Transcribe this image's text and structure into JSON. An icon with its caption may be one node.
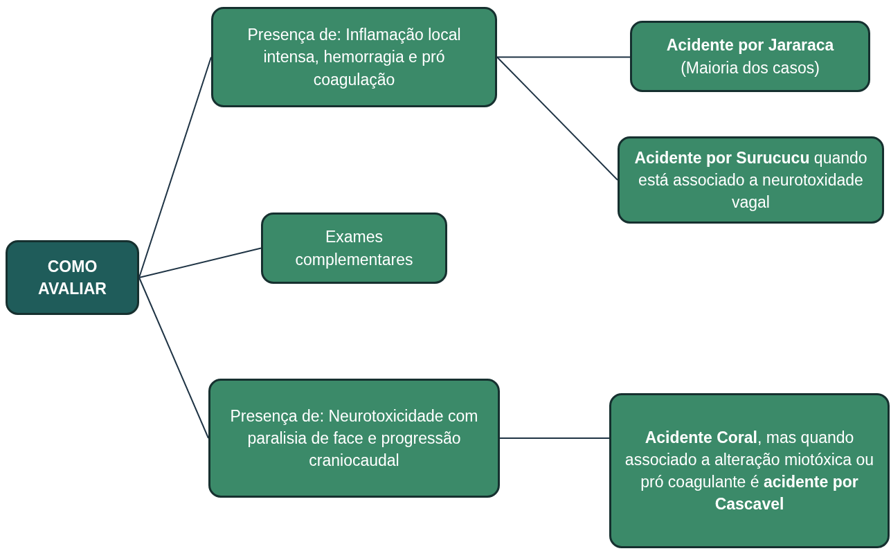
{
  "diagram": {
    "nodes": [
      {
        "text": [
          "COMO AVALIAR"
        ]
      },
      {
        "text": [
          "Presença de: Inflamação local intensa, hemorragia e pró coagulação"
        ]
      },
      {
        "text": [
          "**Acidente por Jararaca** (Maioria dos casos)"
        ]
      },
      {
        "text": [
          "**Acidente por Surucucu** quando está associado a neurotoxidade vagal"
        ]
      },
      {
        "text": [
          "Exames complementares"
        ]
      },
      {
        "text": [
          "Presença de: Neurotoxicidade com paralisia de face e progressão craniocaudal"
        ]
      },
      {
        "text": [
          "**Acidente Coral**, mas quando associado a alteração miotóxica ou pró coagulante é **acidente por Cascavel**"
        ]
      }
    ],
    "edges": [
      {
        "from": 0,
        "to": 1,
        "arrow": "none"
      },
      {
        "from": 0,
        "to": 4,
        "arrow": "none"
      },
      {
        "from": 0,
        "to": 5,
        "arrow": "none"
      },
      {
        "from": 1,
        "to": 2,
        "arrow": "none"
      },
      {
        "from": 1,
        "to": 3,
        "arrow": "none"
      },
      {
        "from": 5,
        "to": 6,
        "arrow": "none"
      }
    ]
  }
}
